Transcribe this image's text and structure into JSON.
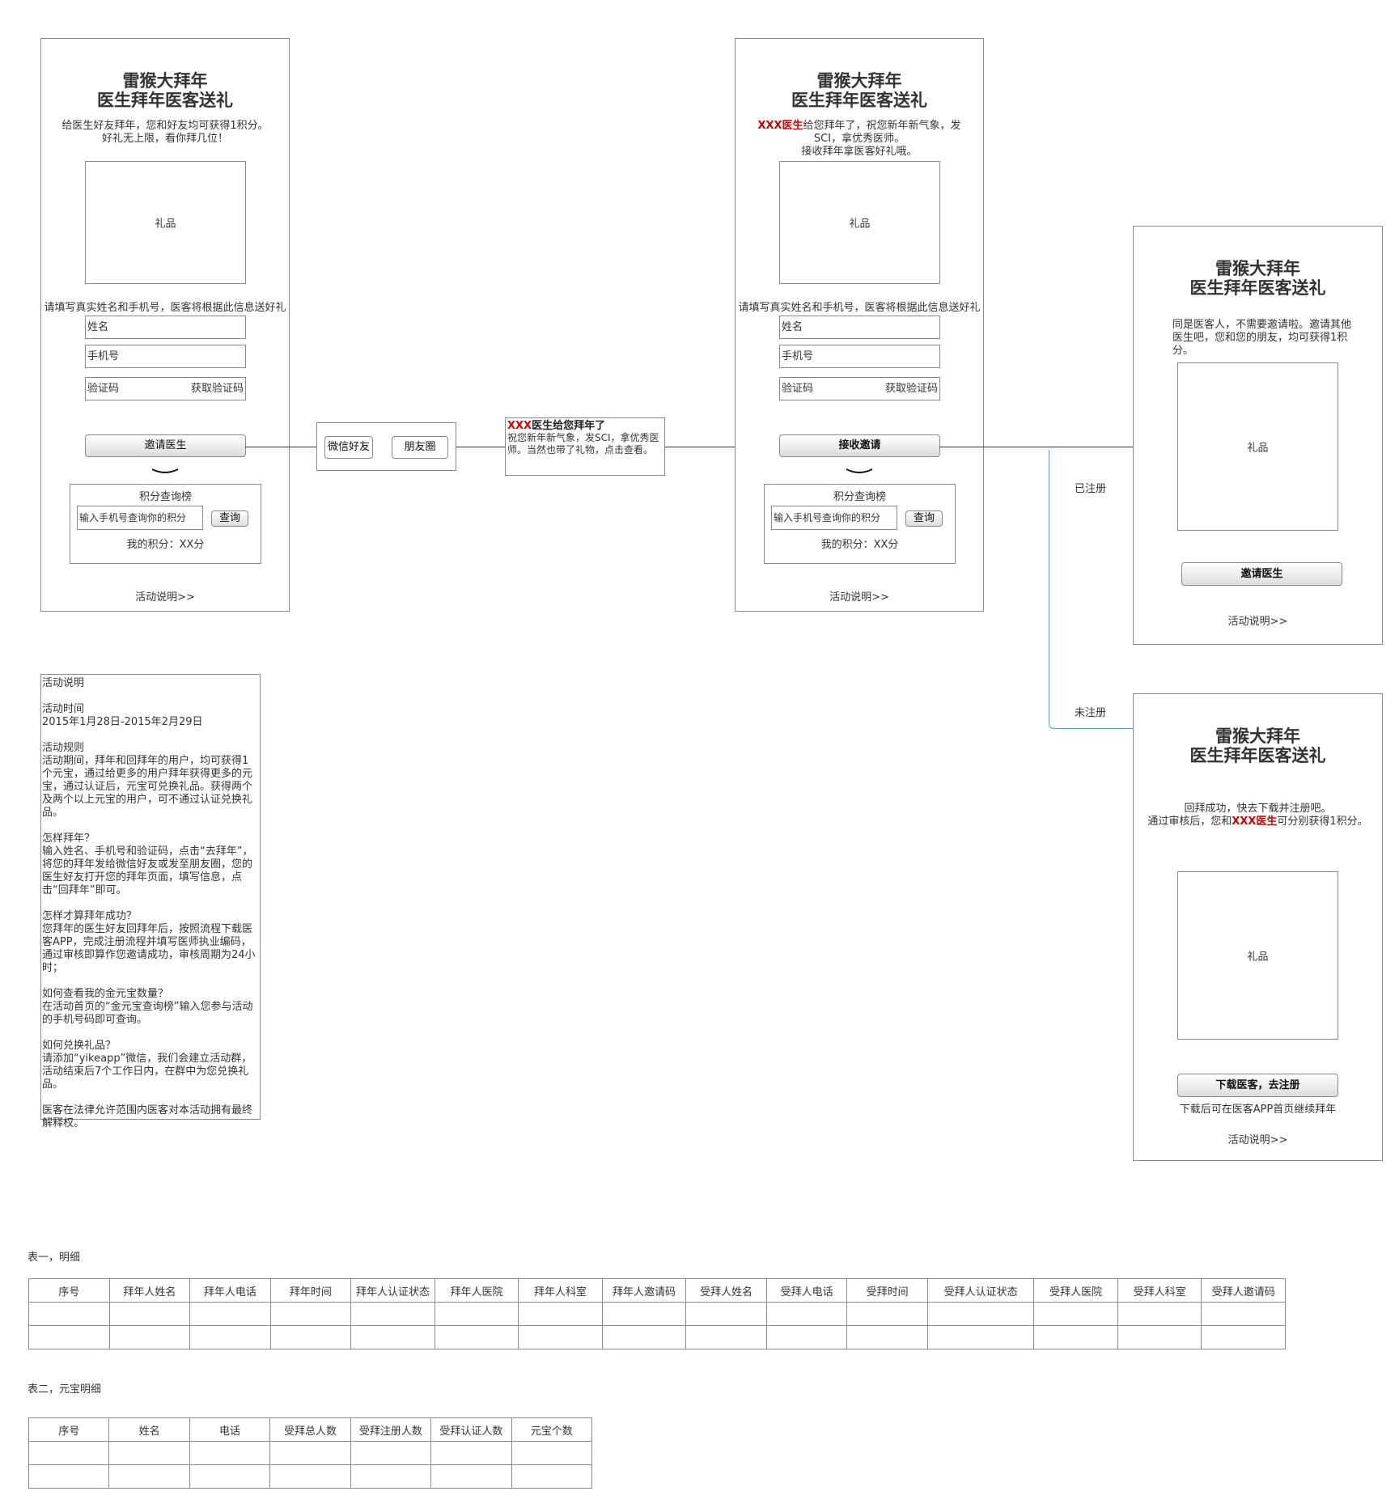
{
  "screen1": {
    "title_line1": "雷猴大拜年",
    "title_line2": "医生拜年医客送礼",
    "desc_line1": "给医生好友拜年，您和好友均可获得1积分。",
    "desc_line2": "好礼无上限，看你拜几位！",
    "gift": "礼品",
    "form_hint": "请填写真实姓名和手机号，医客将根据此信息送好礼",
    "name_placeholder": "姓名",
    "phone_placeholder": "手机号",
    "code_placeholder": "验证码",
    "get_code": "获取验证码",
    "invite_button": "邀请医生",
    "points_title": "积分查询榜",
    "points_input": "输入手机号查询你的积分",
    "query_button": "查询",
    "my_points": "我的积分：XX分",
    "rules_link": "活动说明>>"
  },
  "share": {
    "wechat_friend": "微信好友",
    "moments": "朋友圈"
  },
  "message": {
    "sender": "XXX",
    "title_rest": "医生给您拜年了",
    "body": "祝您新年新气象，发SCI，拿优秀医师。当然也带了礼物，点击查看。"
  },
  "screen2": {
    "title_line1": "雷猴大拜年",
    "title_line2": "医生拜年医客送礼",
    "sender": "XXX医生",
    "greeting_rest": "给您拜年了，祝您新年新气象，发",
    "greeting_line2": "SCI，拿优秀医师。",
    "greeting_line3": "接收拜年拿医客好礼哦。",
    "gift": "礼品",
    "form_hint": "请填写真实姓名和手机号，医客将根据此信息送好礼",
    "name_placeholder": "姓名",
    "phone_placeholder": "手机号",
    "code_placeholder": "验证码",
    "get_code": "获取验证码",
    "accept_button": "接收邀请",
    "points_title": "积分查询榜",
    "points_input": "输入手机号查询你的积分",
    "query_button": "查询",
    "my_points": "我的积分：XX分",
    "rules_link": "活动说明>>"
  },
  "branch": {
    "registered": "已注册",
    "unregistered": "未注册"
  },
  "screen3": {
    "title_line1": "雷猴大拜年",
    "title_line2": "医生拜年医客送礼",
    "desc": "同是医客人，不需要邀请啦。邀请其他医生吧，您和您的朋友，均可获得1积分。",
    "gift": "礼品",
    "invite_button": "邀请医生",
    "rules_link": "活动说明>>"
  },
  "screen4": {
    "title_line1": "雷猴大拜年",
    "title_line2": "医生拜年医客送礼",
    "desc_line1": "回拜成功，快去下载并注册吧。",
    "desc_line2_pre": "通过审核后，您和",
    "desc_line2_red": "XXX医生",
    "desc_line2_post": "可分别获得1积分。",
    "gift": "礼品",
    "download_button": "下载医客，去注册",
    "download_hint": "下载后可在医客APP首页继续拜年",
    "rules_link": "活动说明>>"
  },
  "rules_panel": {
    "text": "活动说明\n\n活动时间\n2015年1月28日-2015年2月29日\n\n活动规则\n活动期间，拜年和回拜年的用户，均可获得1个元宝，通过给更多的用户拜年获得更多的元宝，通过认证后，元宝可兑换礼品。获得两个及两个以上元宝的用户，可不通过认证兑换礼品。\n\n怎样拜年？\n输入姓名、手机号和验证码，点击“去拜年”，将您的拜年发给微信好友或发至朋友圈，您的医生好友打开您的拜年页面，填写信息，点击“回拜年”即可。\n\n怎样才算拜年成功？\n您拜年的医生好友回拜年后，按照流程下载医客APP，完成注册流程并填写医师执业编码，通过审核即算作您邀请成功，审核周期为24小时；\n\n如何查看我的金元宝数量？\n在活动首页的“金元宝查询榜”输入您参与活动的手机号码即可查询。\n\n如何兑换礼品？\n请添加“yikeapp”微信，我们会建立活动群，活动结束后7个工作日内，在群中为您兑换礼品。\n\n医客在法律允许范围内医客对本活动拥有最终解释权。"
  },
  "table1": {
    "caption": "表一，明细",
    "headers": [
      "序号",
      "拜年人姓名",
      "拜年人电话",
      "拜年时间",
      "拜年人认证状态",
      "拜年人医院",
      "拜年人科室",
      "拜年人邀请码",
      "受拜人姓名",
      "受拜人电话",
      "受拜时间",
      "受拜人认证状态",
      "受拜人医院",
      "受拜人科室",
      "受拜人邀请码"
    ]
  },
  "table2": {
    "caption": "表二，元宝明细",
    "headers": [
      "序号",
      "姓名",
      "电话",
      "受拜总人数",
      "受拜注册人数",
      "受拜认证人数",
      "元宝个数"
    ]
  },
  "colors": {
    "accent_red": "#cc0000",
    "branch_line": "#4aa3c7",
    "border": "#8a8a8a"
  }
}
